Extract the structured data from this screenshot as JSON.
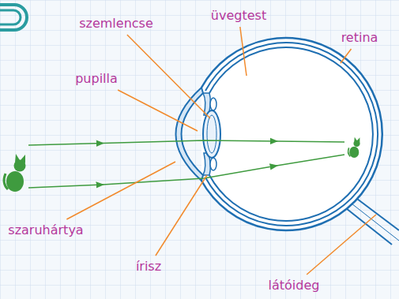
{
  "diagram": {
    "labels": [
      "szemlencse",
      "üvegtest",
      "retina",
      "pupilla",
      "szaruhártya",
      "írisz",
      "látóideg"
    ]
  }
}
